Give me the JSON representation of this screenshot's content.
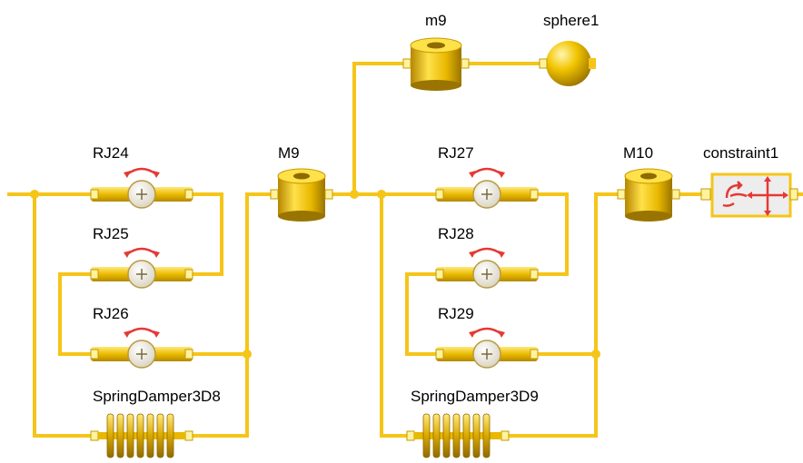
{
  "colors": {
    "wire": "#F5C518",
    "body_light": "#FFE14A",
    "body_mid": "#E9B800",
    "body_dark": "#A87E00",
    "port": "#FFF3A0",
    "arrow": "#E53935",
    "box_bg": "#EDEDED"
  },
  "labels": {
    "m9": "m9",
    "sphere1": "sphere1",
    "M9": "M9",
    "M10": "M10",
    "constraint1": "constraint1",
    "RJ24": "RJ24",
    "RJ25": "RJ25",
    "RJ26": "RJ26",
    "RJ27": "RJ27",
    "RJ28": "RJ28",
    "RJ29": "RJ29",
    "SpringDamper3D8": "SpringDamper3D8",
    "SpringDamper3D9": "SpringDamper3D9"
  },
  "icons": {
    "mass": "cylinder-mass-icon",
    "sphere": "sphere-body-icon",
    "revolute_joint": "revolute-joint-icon",
    "spring_damper": "spring-damper-icon",
    "constraint": "constraint-icon"
  }
}
